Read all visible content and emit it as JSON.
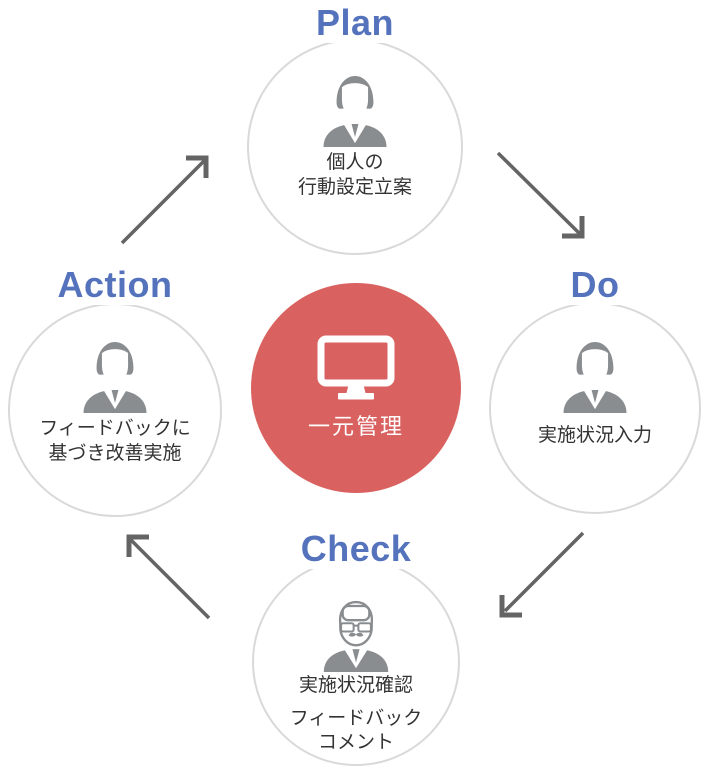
{
  "nodes": {
    "plan": {
      "label": "Plan",
      "icon": "businessman-icon",
      "lines": [
        "個人の",
        "行動設定立案"
      ]
    },
    "do": {
      "label": "Do",
      "icon": "businessman-icon",
      "lines": [
        "実施状況入力"
      ]
    },
    "check": {
      "label": "Check",
      "icon": "boss-with-glasses-icon",
      "lines": [
        "実施状況確認"
      ],
      "sub_lines": [
        "フィードバック",
        "コメント"
      ]
    },
    "action": {
      "label": "Action",
      "icon": "businessman-icon",
      "lines": [
        "フィードバックに",
        "基づき改善実施"
      ]
    }
  },
  "center": {
    "label": "一元管理",
    "icon": "monitor-icon"
  },
  "cycle_order": [
    "Plan",
    "Do",
    "Check",
    "Action"
  ],
  "colors": {
    "label_blue": "#5573BC",
    "center_red": "#D96260",
    "icon_gray": "#8A8D90",
    "arrow_gray": "#646464",
    "circle_border": "#D9D9D9",
    "body_text": "#333333"
  }
}
